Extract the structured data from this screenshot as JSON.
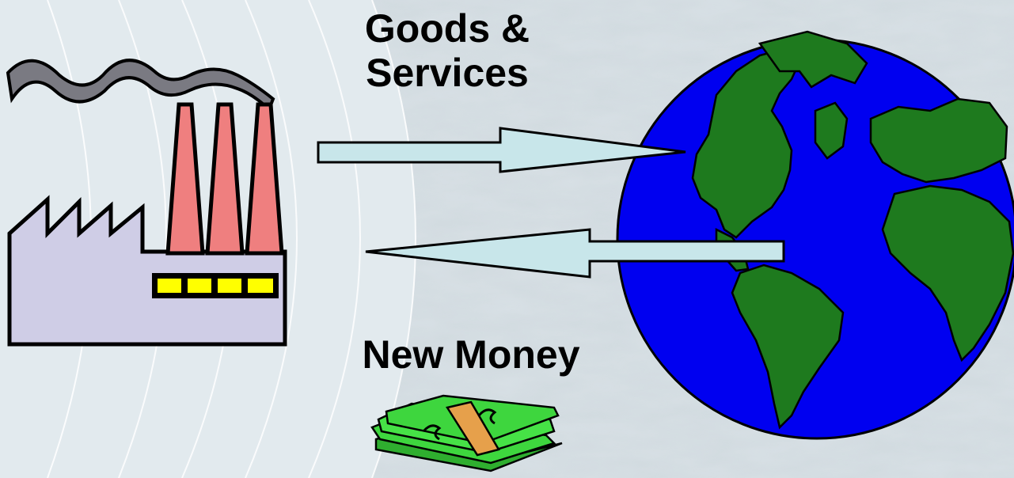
{
  "labels": {
    "goods_line1": "Goods &",
    "goods_line2": "Services",
    "money": "New Money"
  },
  "colors": {
    "background_light": "#dfe8ec",
    "background_marble": "#c9d3d9",
    "arrow_fill": "#c8e6ea",
    "ocean": "#0000f0",
    "land": "#1e7a1e",
    "factory_wall": "#cfcde6",
    "chimney": "#ef7f7f",
    "smoke": "#7a7a82",
    "window": "#ffff00",
    "cash": "#3ed63e",
    "cash_band": "#e6a04b"
  },
  "icons": [
    "factory-icon",
    "globe-icon",
    "money-stack-icon"
  ]
}
